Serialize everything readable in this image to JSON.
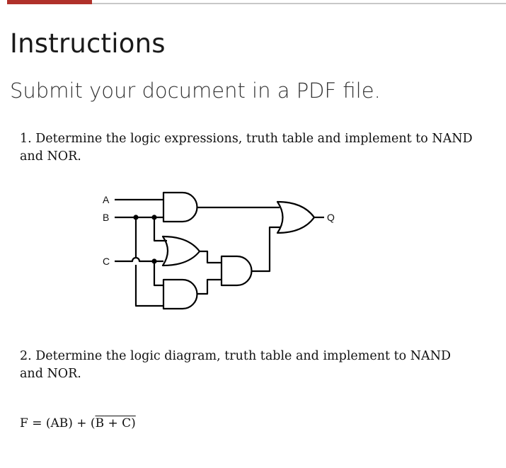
{
  "header": {
    "progress_fraction": 0.17,
    "accent_color": "#b0312a",
    "track_color": "#c8c8c8"
  },
  "page": {
    "title": "Instructions",
    "subtitle": "Submit your document in a PDF file."
  },
  "questions": [
    {
      "text_line1": "1. Determine the logic expressions, truth table and implement to NAND",
      "text_line2": "and NOR."
    },
    {
      "text_line1": "2. Determine the logic diagram, truth table and implement to NAND",
      "text_line2": "and NOR."
    }
  ],
  "circuit": {
    "inputs": [
      "A",
      "B",
      "C"
    ],
    "output": "Q",
    "gates": [
      {
        "id": "and1",
        "type": "AND",
        "inputs": [
          "A",
          "B"
        ]
      },
      {
        "id": "or2",
        "type": "OR",
        "inputs": [
          "B",
          "C"
        ]
      },
      {
        "id": "and3",
        "type": "AND",
        "inputs": [
          "C",
          "B"
        ]
      },
      {
        "id": "and2",
        "type": "AND",
        "inputs": [
          "or2",
          "and3"
        ]
      },
      {
        "id": "or3",
        "type": "OR",
        "inputs": [
          "and1",
          "and2"
        ]
      }
    ]
  },
  "formula": {
    "lhs": "F = (AB) + (",
    "b_bar": "B",
    "rest": " + C)"
  }
}
